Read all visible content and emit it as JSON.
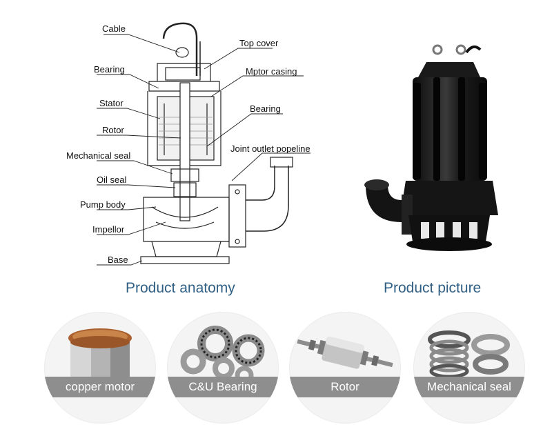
{
  "anatomy": {
    "labels": {
      "cable": "Cable",
      "top_cover": "Top cover",
      "bearing_top": "Bearing",
      "motor_casing": "Mptor casing",
      "stator": "Stator",
      "bearing_right": "Bearing",
      "rotor": "Rotor",
      "joint_outlet": "Joint outlet popeline",
      "mechanical_seal": "Mechanical seal",
      "oil_seal": "Oil seal",
      "pump_body": "Pump body",
      "impellor": "Impellor",
      "base": "Base"
    }
  },
  "captions": {
    "anatomy": "Product anatomy",
    "picture": "Product picture"
  },
  "components": [
    {
      "label": "copper motor",
      "icon": "copper-motor-icon"
    },
    {
      "label": "C&U Bearing",
      "icon": "bearing-icon"
    },
    {
      "label": "Rotor",
      "icon": "rotor-shaft-icon"
    },
    {
      "label": "Mechanical seal",
      "icon": "mechanical-seal-icon"
    }
  ],
  "colors": {
    "caption": "#2f5f84",
    "band": "#8e8e8e",
    "pump_body": "#1c1c1c"
  }
}
